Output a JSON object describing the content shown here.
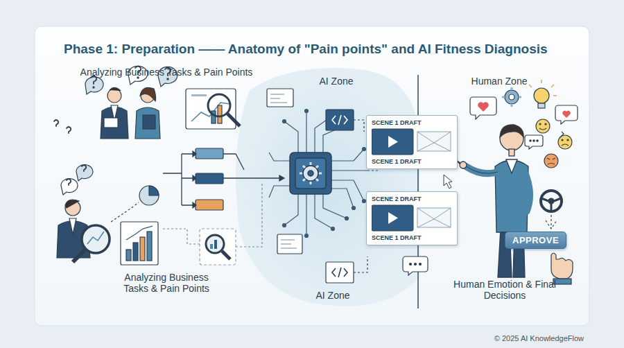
{
  "diagram": {
    "title": "Phase 1: Preparation —— Anatomy of \"Pain points\" and AI Fitness Diagnosis",
    "nodes": [
      {
        "text": [
          "SCENE 1 DRAFT",
          "SCENE 1 DRAFT"
        ]
      },
      {
        "text": [
          "SCENE 2 DRAFT",
          "SCENE 1 DRAFT"
        ]
      },
      {
        "text": [
          "APPROVE"
        ]
      }
    ],
    "labels": [
      "Analyzing Business Tasks & Pain Points",
      "Analyzing Business Tasks & Pain Points",
      "AI Zone",
      "Human Zone",
      "AI Zone",
      "Human Emotion & Final Decisions",
      "© 2025 AI KnowledgeFlow"
    ]
  }
}
